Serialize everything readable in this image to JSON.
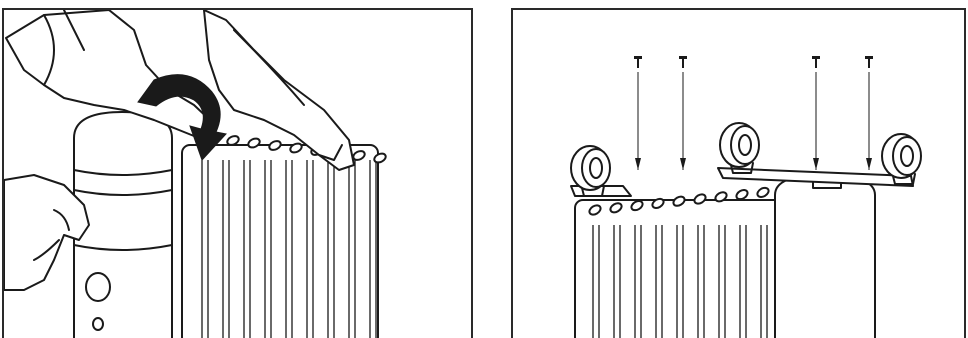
{
  "figure": {
    "panels": [
      {
        "id": "fold-feet",
        "icons": [
          "radiator-icon",
          "hand-icon",
          "rotate-arrow-icon"
        ]
      },
      {
        "id": "attach-wheels",
        "icons": [
          "radiator-icon",
          "caster-wheel-icon",
          "screw-icon"
        ],
        "screw_count": 4,
        "wheel_count": 3
      }
    ],
    "line_color": "#1a1a1a",
    "background": "#ffffff"
  }
}
